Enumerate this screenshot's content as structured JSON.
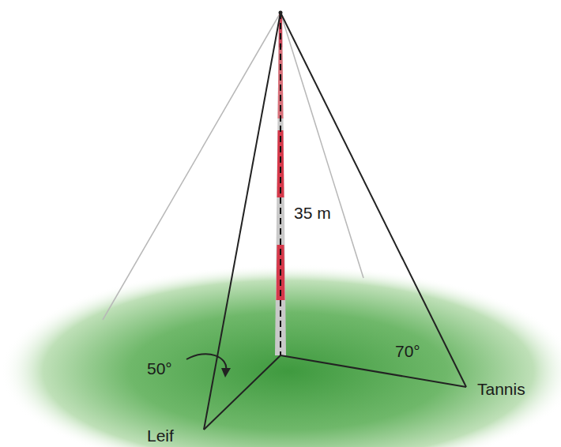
{
  "diagram": {
    "labels": [
      "35 m",
      "50°",
      "70°",
      "Leif",
      "Tannis"
    ]
  }
}
